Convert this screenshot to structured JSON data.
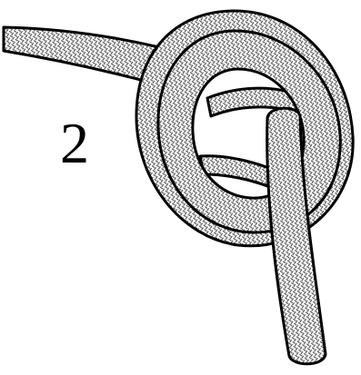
{
  "step_label": "2",
  "colors": {
    "outline": "#000000",
    "rope_fill": "#ffffff",
    "weave_pattern": "#333333",
    "background": "#ffffff"
  },
  "rope_texture": "crosshatch-weave",
  "illustration": "knot-step-diagram"
}
